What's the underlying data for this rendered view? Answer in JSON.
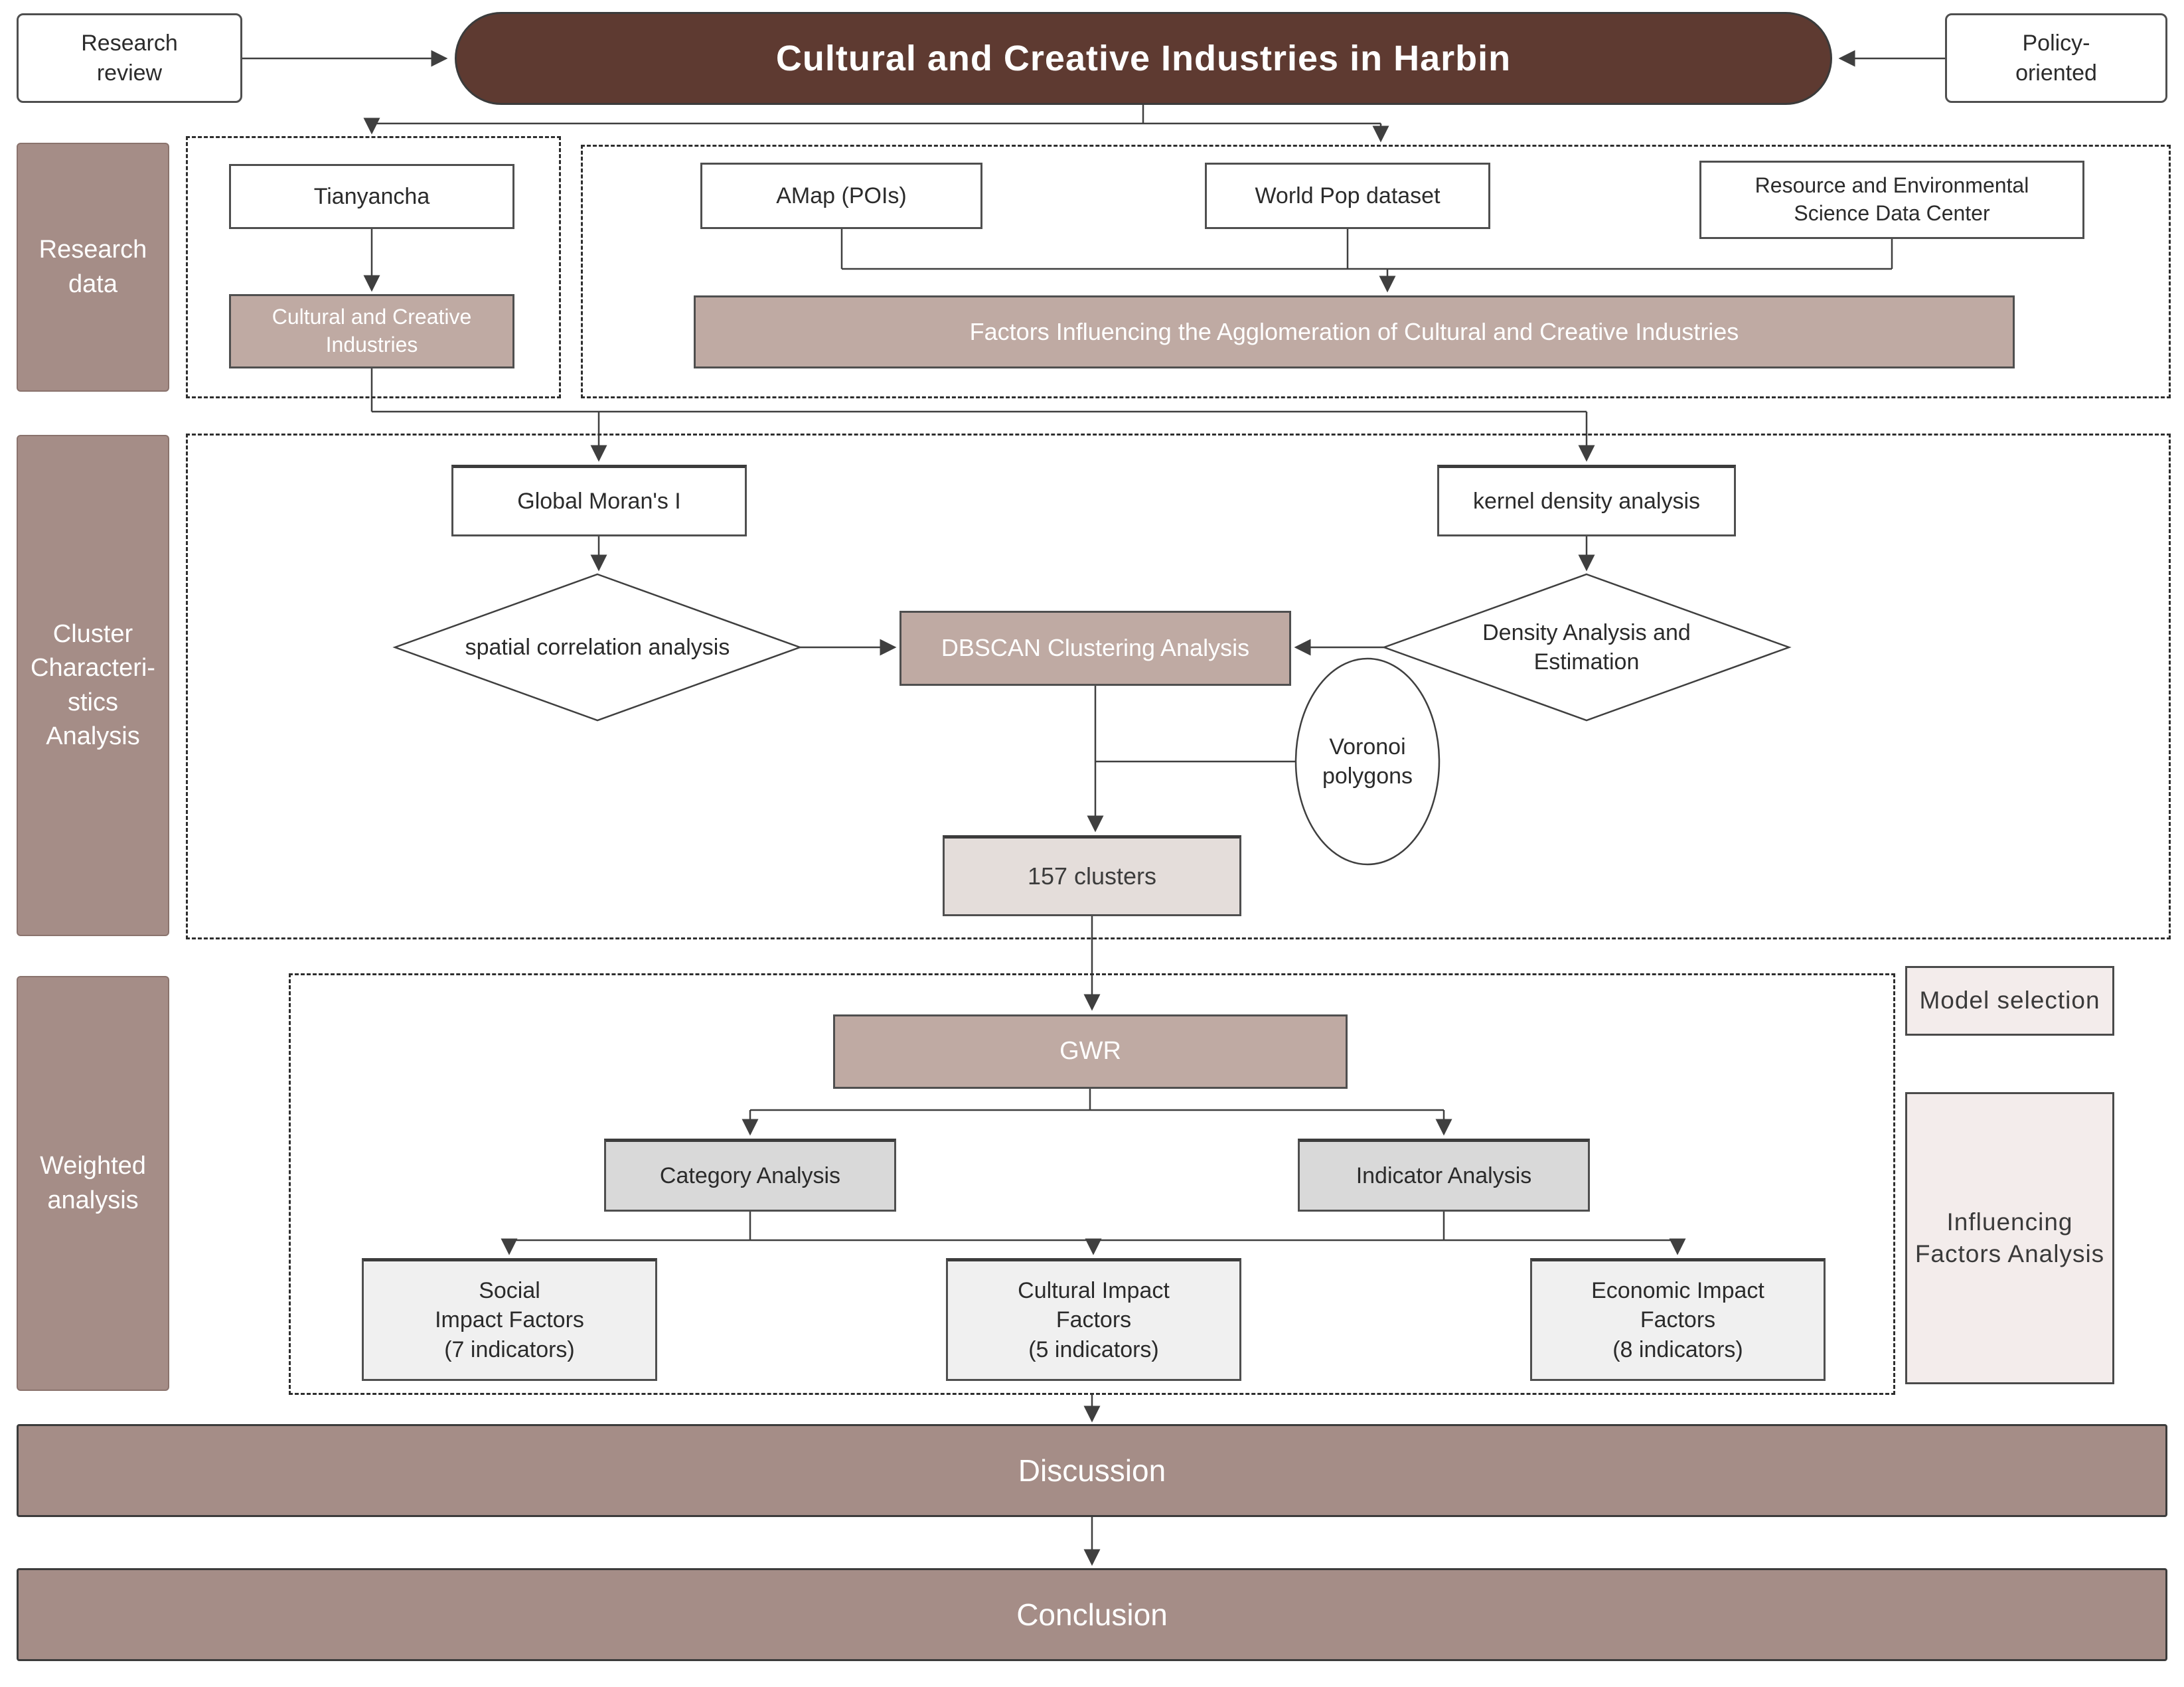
{
  "colors": {
    "title_bg": "#5e3a31",
    "sidebar_and_bars": "#a58d87",
    "mid_mauve_boxes": "#bfaaa3",
    "clusters_box": "#e4ddda",
    "analysis_gray": "#d9d9d9",
    "factor_boxes": "#f0f0f0",
    "right_pink_boxes": "#f3eceb",
    "line": "#3f3f3f"
  },
  "top": {
    "research_review": "Research\nreview",
    "title": "Cultural and Creative Industries in Harbin",
    "policy": "Policy-\noriented"
  },
  "research": {
    "sidebar": "Research\ndata",
    "tianyancha": "Tianyancha",
    "cci": "Cultural and Creative\nIndustries",
    "amap": "AMap (POIs)",
    "worldpop": "World Pop dataset",
    "resource": "Resource and Environmental\nScience Data Center",
    "factors": "Factors Influencing the Agglomeration of Cultural and Creative Industries"
  },
  "cluster": {
    "sidebar": "Cluster\nCharacteri-\nstics\nAnalysis",
    "moran": "Global Moran's I",
    "kernel": "kernel density analysis",
    "diamond_left": "spatial correlation analysis",
    "diamond_right": "Density Analysis and\nEstimation",
    "dbscan": "DBSCAN Clustering Analysis",
    "voronoi": "Voronoi\npolygons",
    "clusters": "157 clusters"
  },
  "weighted": {
    "sidebar": "Weighted\nanalysis",
    "gwr": "GWR",
    "category": "Category Analysis",
    "indicator": "Indicator Analysis",
    "social": "Social\nImpact Factors\n(7 indicators)",
    "cultural": "Cultural  Impact\nFactors\n(5 indicators)",
    "economic": "Economic Impact\nFactors\n(8 indicators)",
    "model": "Model selection",
    "influencing": "Influencing\nFactors Analysis"
  },
  "bottom": {
    "discussion": "Discussion",
    "conclusion": "Conclusion"
  }
}
